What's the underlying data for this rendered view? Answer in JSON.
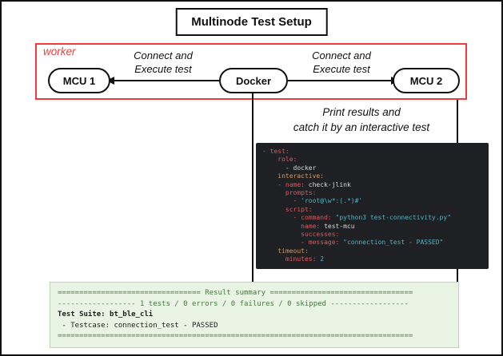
{
  "title": "Multinode Test Setup",
  "worker": {
    "label": "worker"
  },
  "nodes": {
    "mcu1": "MCU 1",
    "docker": "Docker",
    "mcu2": "MCU 2"
  },
  "arrows": {
    "left": {
      "line1": "Connect and",
      "line2": "Execute test"
    },
    "right": {
      "line1": "Connect and",
      "line2": "Execute test"
    }
  },
  "print_label": {
    "line1": "Print results and",
    "line2": "catch it by an interactive test"
  },
  "code_block": {
    "language": "yaml",
    "lines": [
      [
        {
          "t": "- test:",
          "c": "key"
        }
      ],
      [
        {
          "t": "    role:",
          "c": "key"
        }
      ],
      [
        {
          "t": "      - docker",
          "c": "plain"
        }
      ],
      [
        {
          "t": "    interactive:",
          "c": "key2"
        }
      ],
      [
        {
          "t": "    - name:",
          "c": "key"
        },
        {
          "t": " check-jlink",
          "c": "plain"
        }
      ],
      [
        {
          "t": "      prompts:",
          "c": "key"
        }
      ],
      [
        {
          "t": "        - 'root@\\w*:(.*)#'",
          "c": "str"
        }
      ],
      [
        {
          "t": "      script:",
          "c": "key"
        }
      ],
      [
        {
          "t": "        - command: ",
          "c": "key"
        },
        {
          "t": "\"python3 test-connectivity.py\"",
          "c": "str"
        }
      ],
      [
        {
          "t": "          name:",
          "c": "key"
        },
        {
          "t": " test-mcu",
          "c": "plain"
        }
      ],
      [
        {
          "t": "          successes:",
          "c": "key"
        }
      ],
      [
        {
          "t": "          - message: ",
          "c": "key"
        },
        {
          "t": "\"connection_test - PASSED\"",
          "c": "str"
        }
      ],
      [
        {
          "t": "    timeout:",
          "c": "key2"
        }
      ],
      [
        {
          "t": "      minutes: ",
          "c": "key"
        },
        {
          "t": "2",
          "c": "str"
        }
      ]
    ]
  },
  "result_box": {
    "lines": [
      {
        "text": "================================= Result summary =================================",
        "c": "green",
        "bold": false
      },
      {
        "text": "------------------ 1 tests / 0 errors / 0 failures / 0 skipped ------------------",
        "c": "green",
        "bold": false
      },
      {
        "text": "Test Suite: bt_ble_cli",
        "c": "dark",
        "bold": true
      },
      {
        "text": " - Testcase: connection_test - PASSED",
        "c": "dark",
        "bold": false
      },
      {
        "text": "==================================================================================",
        "c": "green",
        "bold": false
      }
    ]
  },
  "colors": {
    "worker_red": "#f23a3a",
    "line_black": "#111111",
    "code_bg": "#1e2023",
    "code_key": "#e0575b",
    "code_key2": "#d19a66",
    "code_plain": "#d8d8d8",
    "code_str": "#4fb3c6",
    "result_bg": "#eaf4e5",
    "result_border": "#bdd5b5",
    "result_green": "#44793f",
    "result_text": "#1d1d1d"
  }
}
